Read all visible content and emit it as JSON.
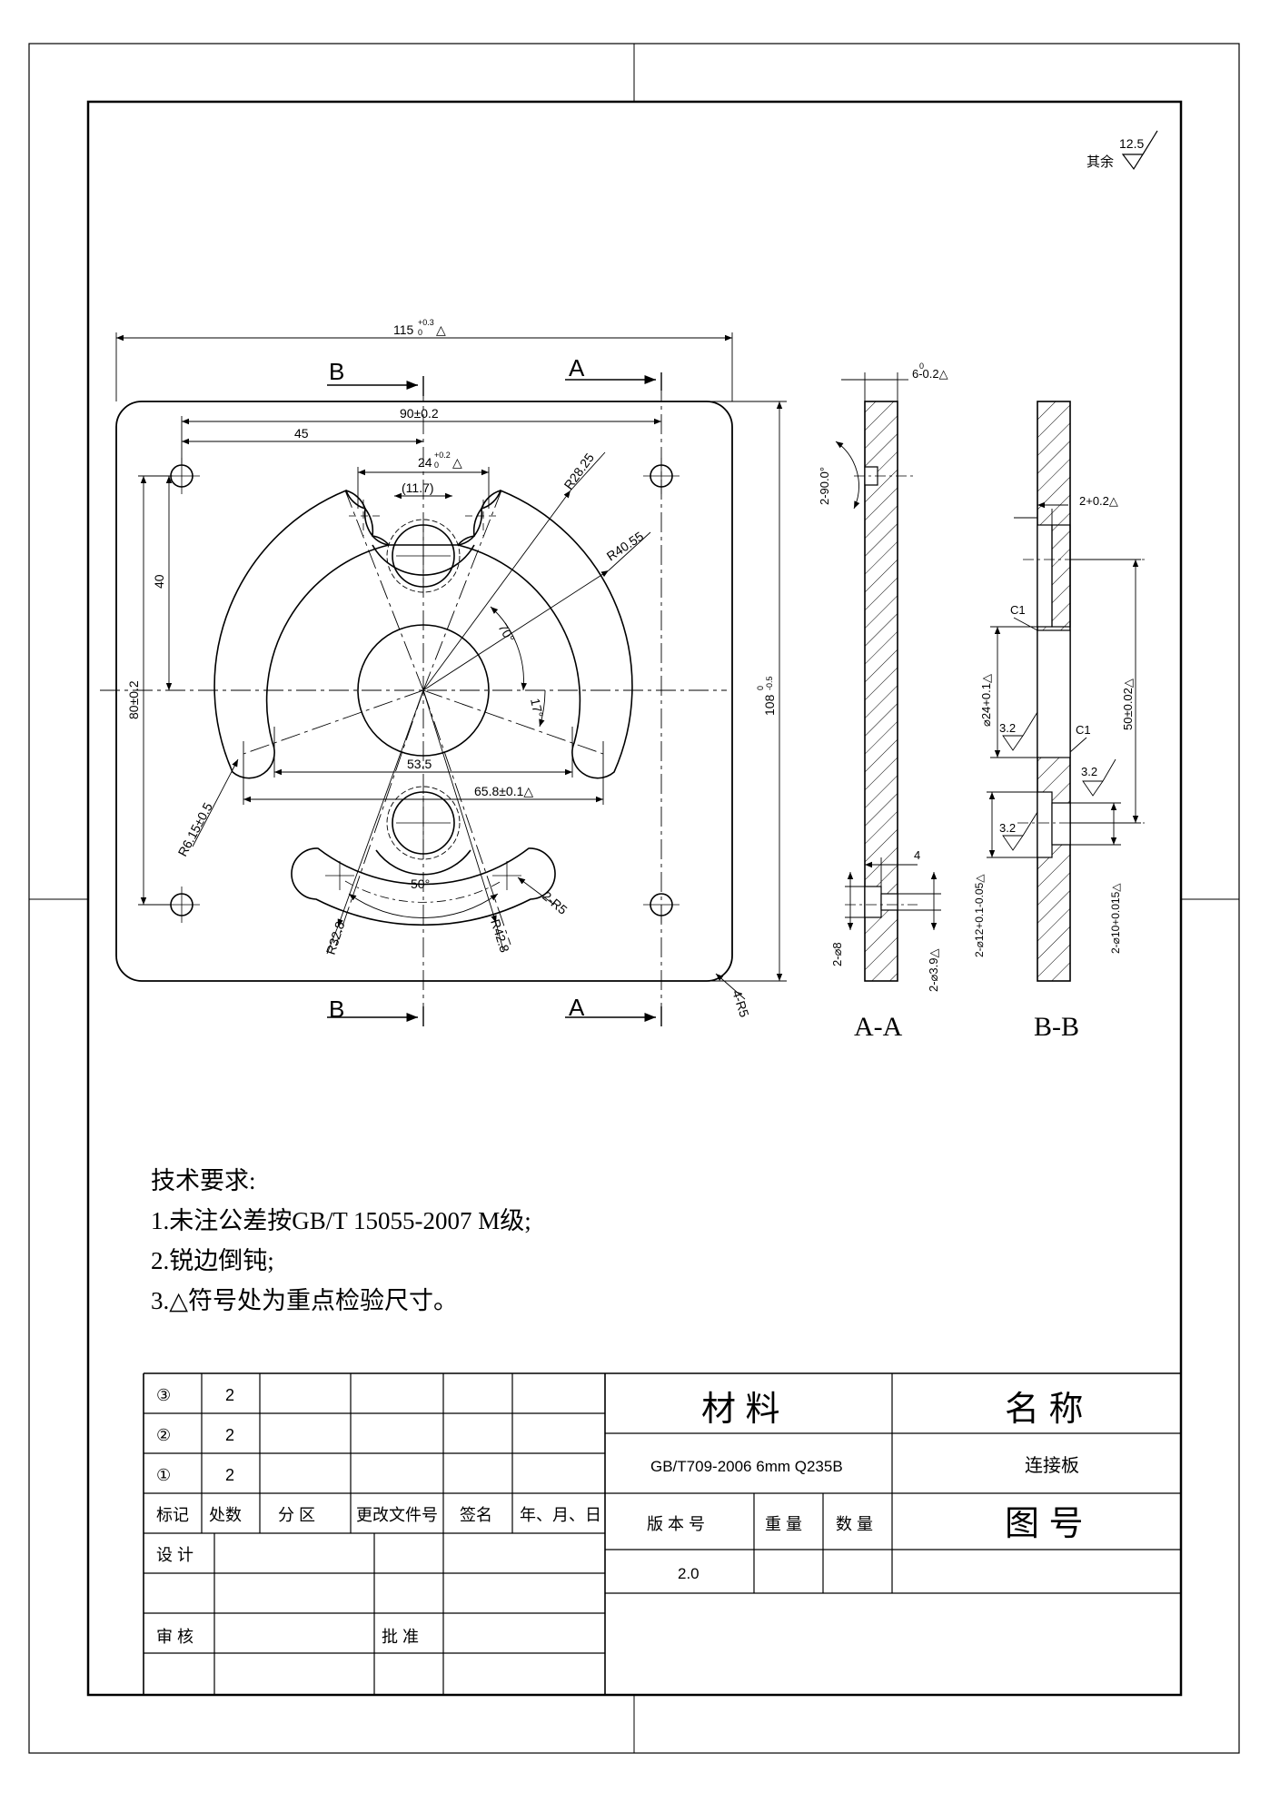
{
  "surface_finish": {
    "label": "其余",
    "value": "12.5"
  },
  "dims": {
    "overall_width": "115",
    "overall_width_tol_upper": "+0.3",
    "overall_width_tol_lower": "0",
    "key_mark": "△",
    "hole_spacing": "90±0.2",
    "half_spacing": "45",
    "slot_width": "24",
    "slot_tol_upper": "+0.2",
    "slot_tol_lower": "0",
    "slot_inner": "(11.7)",
    "r_outer_arc": "R28.25",
    "r_big_arc": "R40.55",
    "angle_70": "70°",
    "angle_17": "17°",
    "vertical_40": "40",
    "vertical_80": "80±0.2",
    "overall_height": "108",
    "overall_height_tol_upper": "0",
    "overall_height_tol_lower": "-0.5",
    "width_53_5": "53.5",
    "width_65_8": "65.8±0.1△",
    "r_6_15": "R6.15±0.5",
    "angle_50": "50°",
    "r_5_slot": "2-R5",
    "r_32_8": "R32.8",
    "r_42_8": "R42.8",
    "corner_r": "4-R5"
  },
  "sections": {
    "a_label": "A",
    "b_label": "B",
    "aa": {
      "title": "A-A",
      "thickness": "6-0.2△",
      "thickness_upper": "0",
      "countersink": "2-90.0°",
      "depth_4": "4",
      "d8": "2-⌀8",
      "d3_9": "2-⌀3.9△"
    },
    "bb": {
      "title": "B-B",
      "step": "2+0.2△",
      "c1_top": "C1",
      "c1_bottom": "C1",
      "d24": "⌀24+0.1△",
      "ra_1": "3.2",
      "ra_2": "3.2",
      "ra_3": "3.2",
      "dim_50": "50±0.02△",
      "d12": "2-⌀12+0.1-0.05△",
      "d10": "2-⌀10+0.015△"
    }
  },
  "notes": {
    "title": "技术要求:",
    "items": [
      "1.未注公差按GB/T 15055-2007 M级;",
      "2.锐边倒钝;",
      "3.△符号处为重点检验尺寸。"
    ]
  },
  "title_block": {
    "revisions": [
      {
        "mark": "③",
        "count": "2"
      },
      {
        "mark": "②",
        "count": "2"
      },
      {
        "mark": "①",
        "count": "2"
      }
    ],
    "headers": [
      "标记",
      "处数",
      "分 区",
      "更改文件号",
      "签名",
      "年、月、日"
    ],
    "design_label": "设 计",
    "review_label": "审 核",
    "approve_label": "批 准",
    "material_label": "材 料",
    "material_value": "GB/T709-2006 6mm Q235B",
    "name_label": "名 称",
    "name_value": "连接板",
    "version_label": "版 本 号",
    "weight_label": "重 量",
    "qty_label": "数 量",
    "drawing_no_label": "图 号",
    "version_value": "2.0"
  }
}
